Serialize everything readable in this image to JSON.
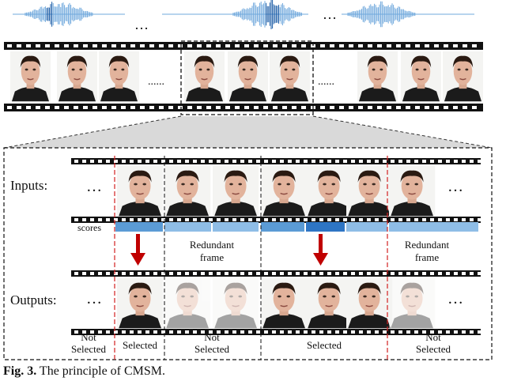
{
  "figure": {
    "caption_label": "Fig. 3.",
    "caption_text": " The principle of CMSM.",
    "ellipsis": "…",
    "strip_dots": "......",
    "inputs_label": "Inputs:",
    "outputs_label": "Outputs:",
    "scores_label": "scores",
    "redundant_line1": "Redundant",
    "redundant_line2": "frame",
    "not_line1": "Not",
    "selected_label": "Selected"
  },
  "colors": {
    "waveform": "#6fa8dc",
    "waveform_dark": "#1f5fa8",
    "score_light": "#8fbde6",
    "score_mid": "#5b9bd5",
    "score_dark": "#2e75c4",
    "arrow": "#c00000",
    "red_dash": "#d22020",
    "funnel": "#d9d9d9",
    "skin": "#e2b39c",
    "hair": "#2a1a12",
    "shirt": "#1b1b1b"
  },
  "scores": [
    {
      "level": "mid"
    },
    {
      "level": "light"
    },
    {
      "level": "light"
    },
    {
      "level": "mid"
    },
    {
      "level": "dark"
    },
    {
      "level": "light"
    },
    {
      "level": "light"
    }
  ],
  "outputs": [
    {
      "selected": true
    },
    {
      "selected": false
    },
    {
      "selected": false
    },
    {
      "selected": true
    },
    {
      "selected": true
    },
    {
      "selected": true
    },
    {
      "selected": false
    }
  ]
}
